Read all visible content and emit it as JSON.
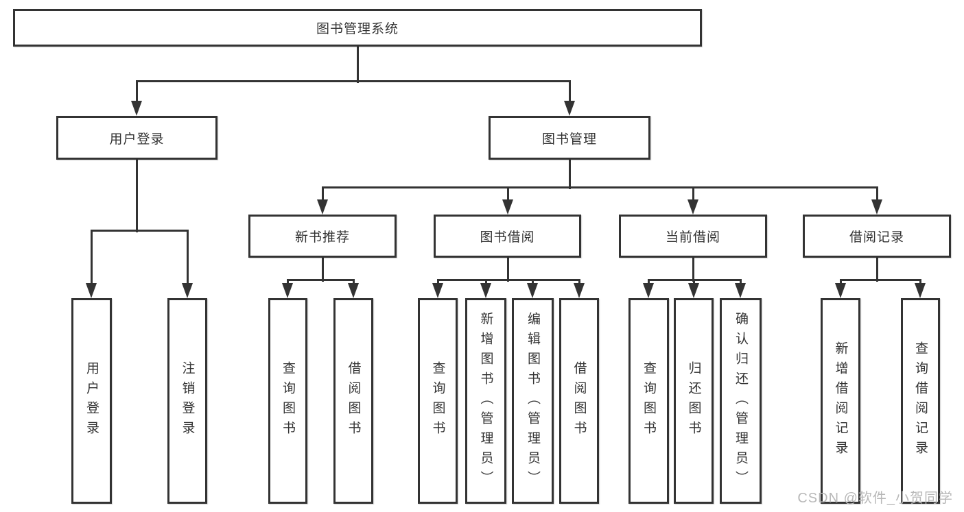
{
  "diagram_title": "图书管理系统",
  "colors": {
    "line": "#333333",
    "text": "#333333",
    "background": "#ffffff",
    "watermark": "#b8b8b8"
  },
  "watermark": "CSDN @软件_小贺同学",
  "tree": {
    "root": "图书管理系统",
    "branches": [
      {
        "label": "用户登录",
        "children": [
          "用户登录",
          "注销登录"
        ]
      },
      {
        "label": "图书管理",
        "children": [
          {
            "label": "新书推荐",
            "children": [
              "查询图书",
              "借阅图书"
            ]
          },
          {
            "label": "图书借阅",
            "children": [
              "查询图书",
              "新增图书（管理员）",
              "编辑图书（管理员）",
              "借阅图书"
            ]
          },
          {
            "label": "当前借阅",
            "children": [
              "查询图书",
              "归还图书",
              "确认归还（管理员）"
            ]
          },
          {
            "label": "借阅记录",
            "children": [
              "新增借阅记录",
              "查询借阅记录"
            ]
          }
        ]
      }
    ]
  }
}
